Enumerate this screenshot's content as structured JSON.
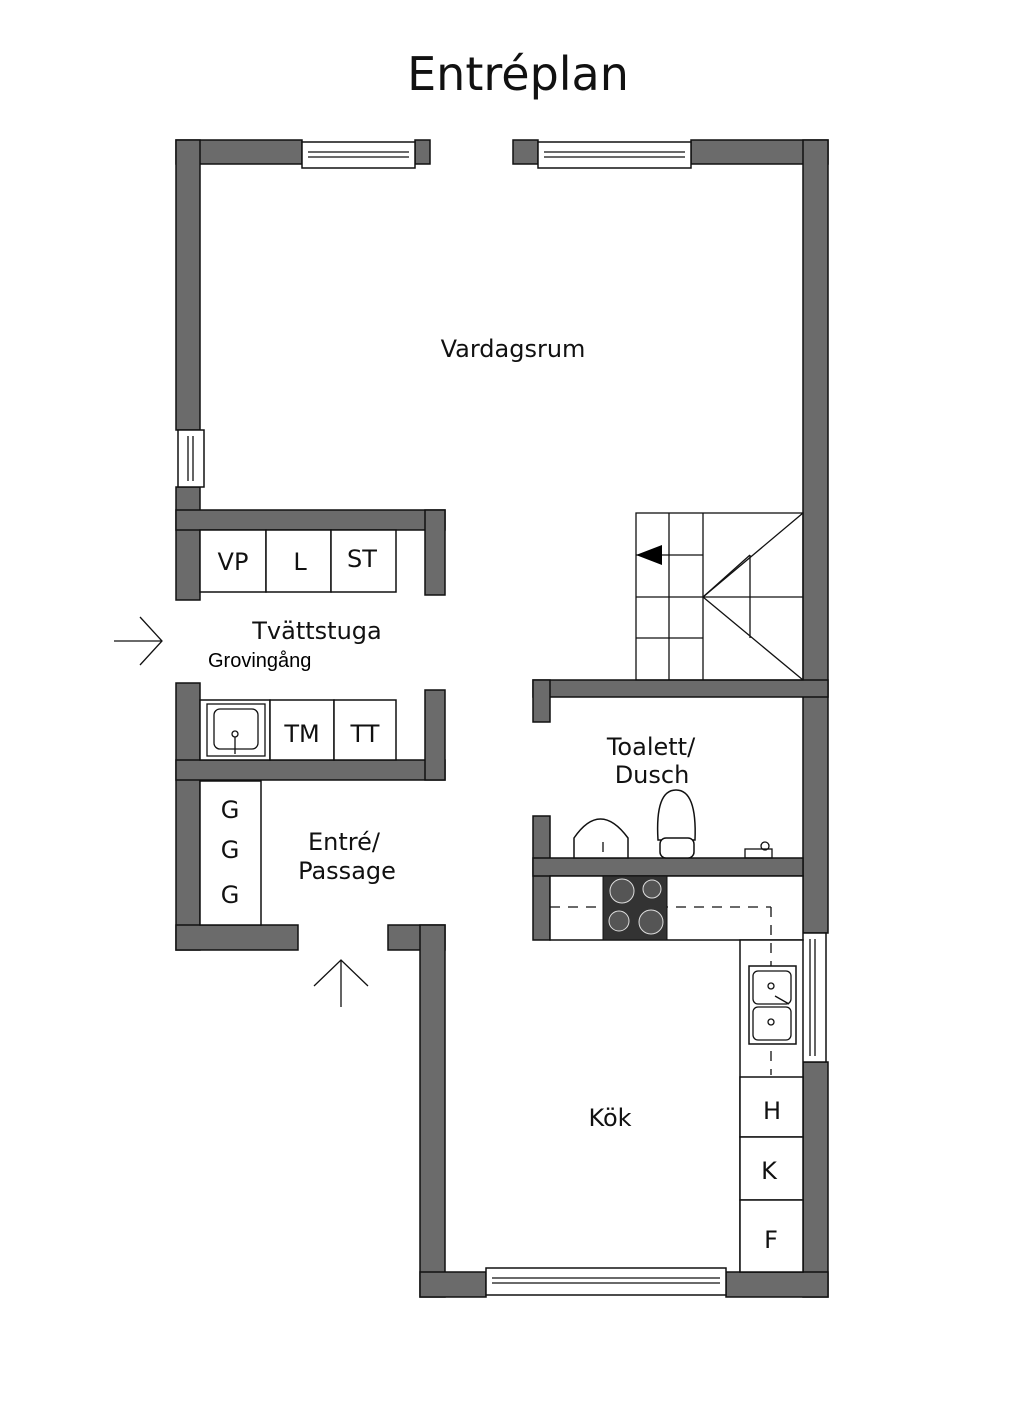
{
  "title": "Entréplan",
  "colors": {
    "wall": "#6b6b6b",
    "line": "#111111",
    "stove": "#333333"
  },
  "rooms": {
    "vardagsrum": "Vardagsrum",
    "tvattstuga": "Tvättstuga",
    "grovingang": "Grovingång",
    "entre_1": "Entré/",
    "entre_2": "Passage",
    "toalett_1": "Toalett/",
    "toalett_2": "Dusch",
    "kok": "Kök"
  },
  "fixtures": {
    "laundry_top": [
      "VP",
      "L",
      "ST"
    ],
    "laundry_bottom": [
      "TM",
      "TT"
    ],
    "wardrobes": [
      "G",
      "G",
      "G"
    ],
    "kitchen": [
      "H",
      "K",
      "F"
    ]
  }
}
